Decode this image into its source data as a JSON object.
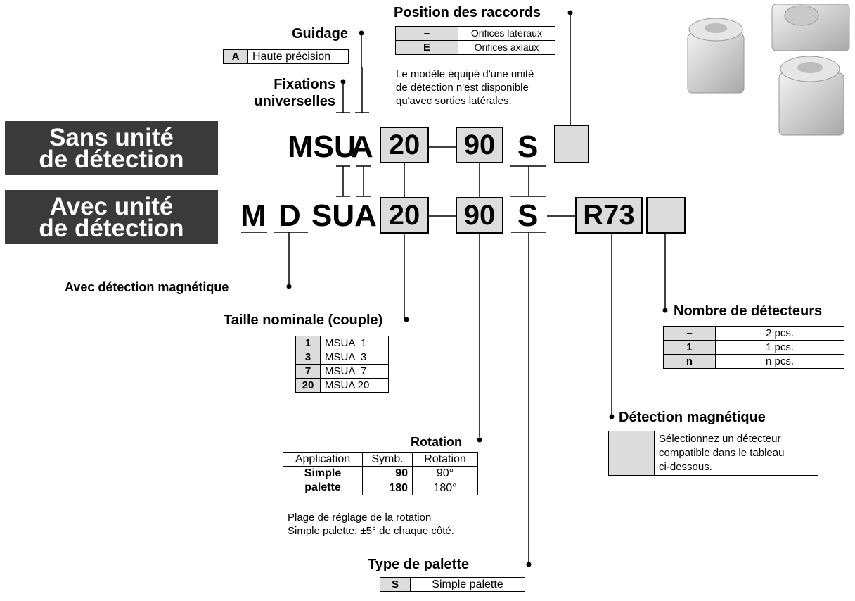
{
  "bands": {
    "without_sensor": [
      "Sans unité",
      "de détection"
    ],
    "with_sensor": [
      "Avec unité",
      "de détection"
    ]
  },
  "code_line1": {
    "prefix": "MSU",
    "a": "A",
    "size": "20",
    "rotation": "90",
    "palette": "S"
  },
  "code_line2": {
    "m": "M",
    "d": "D",
    "sua": "SUA",
    "size": "20",
    "rotation": "90",
    "palette": "S",
    "switch": "R73"
  },
  "labels": {
    "guidage": "Guidage",
    "fixations": [
      "Fixations",
      "universelles"
    ],
    "position_raccords": "Position des raccords",
    "avec_detection": "Avec détection magnétique",
    "taille": "Taille nominale (couple)",
    "rotation": "Rotation",
    "type_palette": "Type de palette",
    "nombre_detecteurs": "Nombre de détecteurs",
    "detection_magnetique": "Détection magnétique"
  },
  "guidage_table": [
    [
      "A",
      "Haute précision"
    ]
  ],
  "raccords_table": [
    [
      "–",
      "Orifices latéraux"
    ],
    [
      "E",
      "Orifices axiaux"
    ]
  ],
  "raccords_note": [
    "Le modèle équipé d'une unité",
    "de détection n'est disponible",
    "qu'avec sorties latérales."
  ],
  "taille_table": [
    [
      "1",
      "MSUA  1"
    ],
    [
      "3",
      "MSUA  3"
    ],
    [
      "7",
      "MSUA  7"
    ],
    [
      "20",
      "MSUA 20"
    ]
  ],
  "rotation_table": {
    "headers": [
      "Application",
      "Symb.",
      "Rotation"
    ],
    "application": [
      "Simple",
      "palette"
    ],
    "rows": [
      [
        "90",
        "90°"
      ],
      [
        "180",
        "180°"
      ]
    ]
  },
  "rotation_note": [
    "Plage de réglage de la rotation",
    "Simple palette: ±5° de chaque côté."
  ],
  "palette_table": [
    [
      "S",
      "Simple palette"
    ]
  ],
  "nombre_table": [
    [
      "–",
      "2 pcs."
    ],
    [
      "1",
      "1 pcs."
    ],
    [
      "n",
      "n pcs."
    ]
  ],
  "detection_note": [
    "Sélectionnez un détecteur",
    "compatible dans le tableau",
    "ci-dessous."
  ]
}
